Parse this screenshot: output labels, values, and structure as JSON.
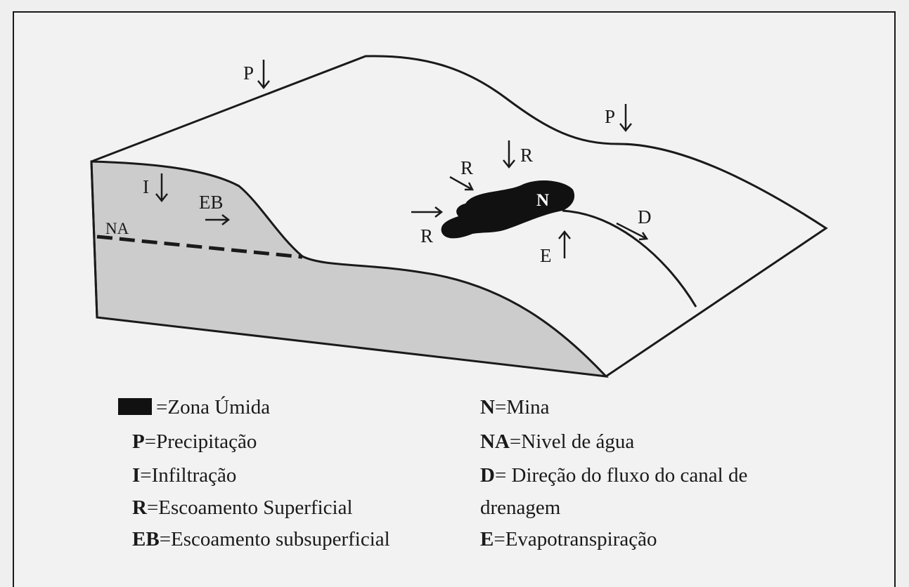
{
  "diagram": {
    "labels": {
      "P1": "P",
      "P2": "P",
      "I": "I",
      "EB": "EB",
      "NA": "NA",
      "R1": "R",
      "R2": "R",
      "R3": "R",
      "N": "N",
      "D": "D",
      "E": "E"
    },
    "colors": {
      "subsurface": "#cccccc",
      "surface": "#f2f2f2",
      "wetland": "#111111",
      "line": "#1a1a1a"
    }
  },
  "legend": {
    "left": [
      {
        "key": "",
        "text": "=Zona Úmida",
        "swatch": true
      },
      {
        "key": "P",
        "text": "=Precipitação"
      },
      {
        "key": "I",
        "text": "=Infiltração"
      },
      {
        "key": "R",
        "text": "=Escoamento Superficial"
      },
      {
        "key": "EB",
        "text": "=Escoamento subsuperficial"
      }
    ],
    "right": [
      {
        "key": "N",
        "text": "=Mina"
      },
      {
        "key": "NA",
        "text": "=Nivel de água"
      },
      {
        "key": "D",
        "text": "= Direção do fluxo do canal de"
      },
      {
        "key": "",
        "text": "drenagem"
      },
      {
        "key": "E",
        "text": "=Evapotranspiração"
      }
    ]
  }
}
